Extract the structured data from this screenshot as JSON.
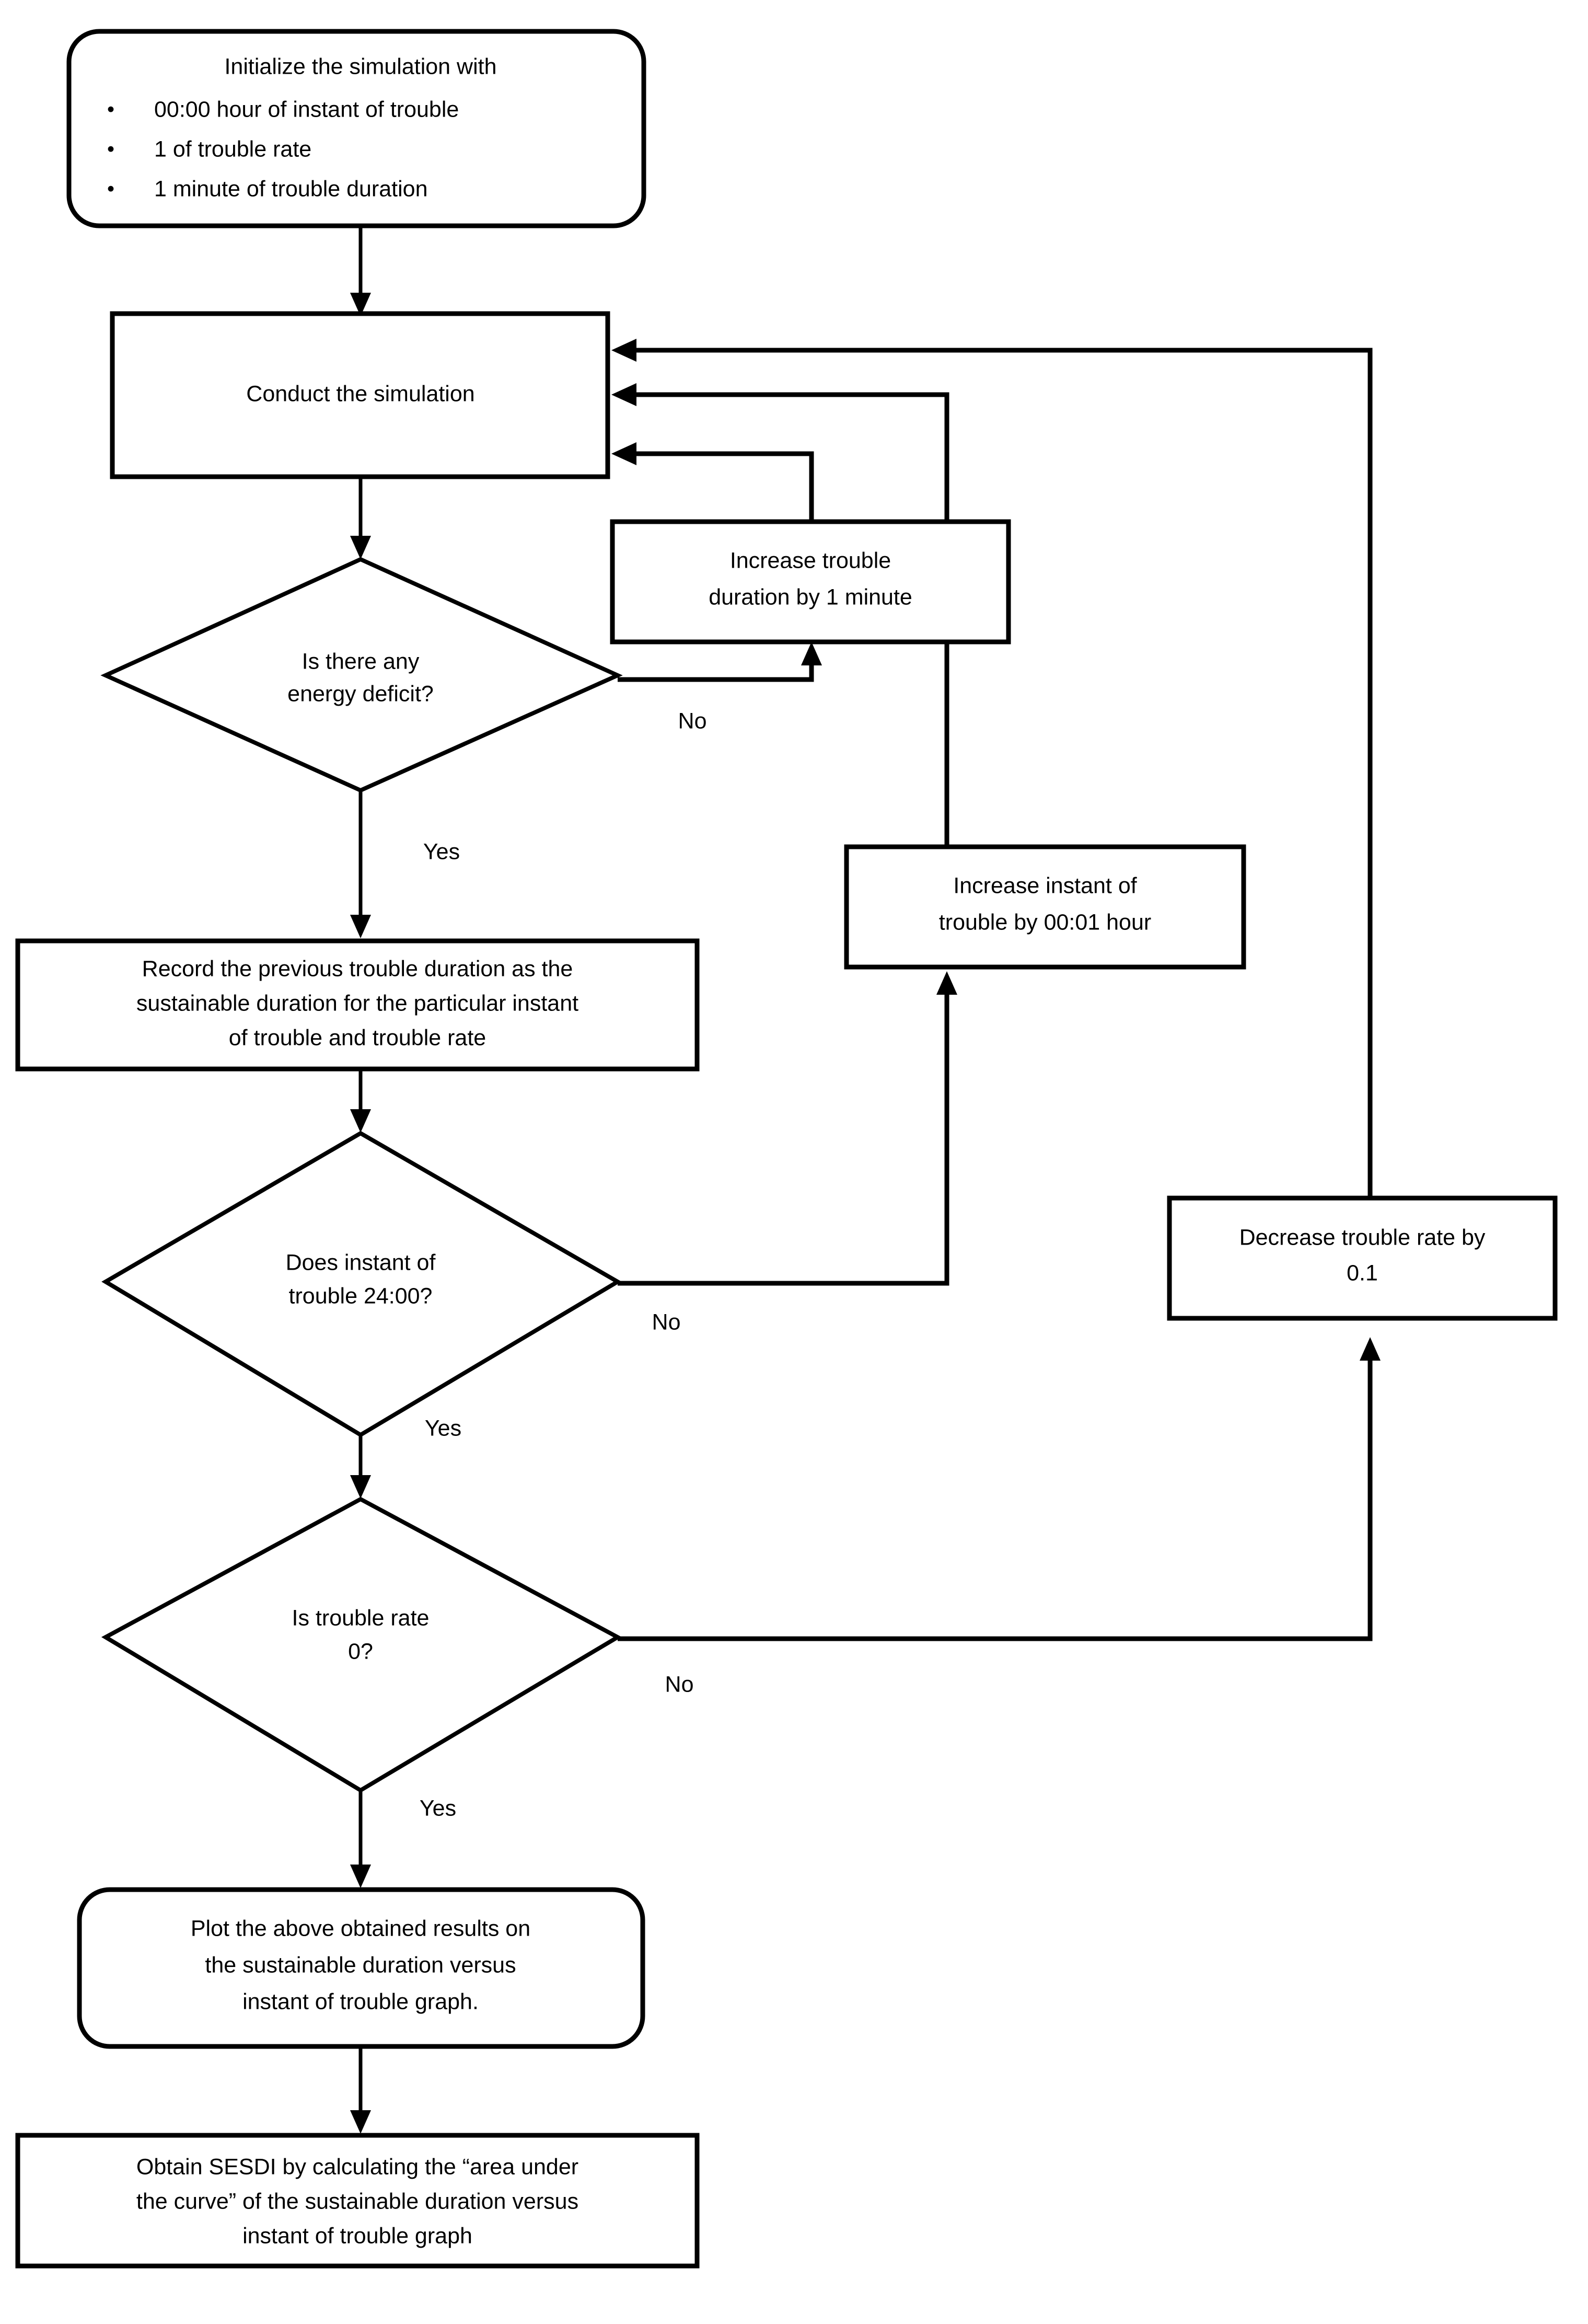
{
  "diagram": {
    "type": "flowchart",
    "title_present": false,
    "background_color": "#ffffff",
    "line_color": "#000000",
    "text_color": "#000000",
    "nodes": {
      "initialize": {
        "shape": "rounded-rectangle",
        "lines": [
          "Initialize the simulation with",
          "00:00 hour of instant of trouble",
          "1 of trouble rate",
          "1 minute of trouble duration"
        ],
        "bullet_lines": [
          false,
          true,
          true,
          true
        ],
        "bullet_glyph": "•"
      },
      "conduct": {
        "shape": "rectangle",
        "lines": [
          "Conduct the simulation"
        ]
      },
      "energy_deficit": {
        "shape": "diamond",
        "lines": [
          "Is there any",
          "energy deficit?"
        ]
      },
      "increase_duration": {
        "shape": "rectangle",
        "lines": [
          "Increase trouble",
          "duration by 1 minute"
        ]
      },
      "record": {
        "shape": "rectangle",
        "lines": [
          "Record the previous trouble duration as the",
          "sustainable duration for the particular instant",
          "of trouble and trouble rate"
        ]
      },
      "increase_instant": {
        "shape": "rectangle",
        "lines": [
          "Increase instant of",
          "trouble by 00:01 hour"
        ]
      },
      "instant_24": {
        "shape": "diamond",
        "lines": [
          "Does instant of",
          "trouble 24:00?"
        ]
      },
      "decrease_rate": {
        "shape": "rectangle",
        "lines": [
          "Decrease trouble rate by",
          "0.1"
        ]
      },
      "rate_zero": {
        "shape": "diamond",
        "lines": [
          "Is trouble rate",
          "0?"
        ]
      },
      "plot": {
        "shape": "rounded-rectangle",
        "lines": [
          "Plot the above obtained results on",
          "the sustainable duration versus",
          "instant of trouble graph."
        ]
      },
      "obtain_sesdi": {
        "shape": "rectangle",
        "lines": [
          "Obtain SESDI by calculating the “area under",
          "the curve” of the sustainable duration versus",
          "instant of trouble graph"
        ]
      }
    },
    "edge_labels": {
      "energy_deficit_no": "No",
      "energy_deficit_yes": "Yes",
      "instant_24_no": "No",
      "instant_24_yes": "Yes",
      "rate_zero_no": "No",
      "rate_zero_yes": "Yes"
    }
  }
}
